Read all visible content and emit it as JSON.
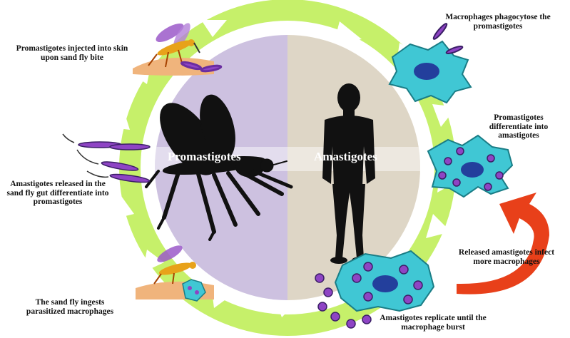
{
  "center": {
    "left_label": "Promastigotes",
    "right_label": "Amastigotes"
  },
  "stages": [
    {
      "id": "inject",
      "text": "Promastigotes injected into skin upon sand fly bite"
    },
    {
      "id": "phago",
      "text": "Macrophages phagocytose the promastigotes"
    },
    {
      "id": "differentiate_amast",
      "text": "Promastigotes differentiate into amastigotes"
    },
    {
      "id": "reinfect",
      "text": "Released amastigotes infect more macrophages"
    },
    {
      "id": "replicate",
      "text": "Amastigotes replicate until the macrophage burst"
    },
    {
      "id": "ingest",
      "text": "The sand fly ingests parasitized macrophages"
    },
    {
      "id": "gut",
      "text": "Amastigotes released in the sand fly gut differentiate into promastigotes"
    }
  ],
  "colors": {
    "ring": "#c6f06a",
    "arrow": "#ffffff",
    "left_half": "#cdc1e0",
    "right_half": "#ded6c6",
    "macrophage": "#40c7d4",
    "nucleus": "#233f9c",
    "parasite": "#8e44c4",
    "red_arrow": "#e8401a"
  },
  "icons": [
    "sand-fly-icon",
    "human-silhouette-icon",
    "macrophage-icon",
    "promastigote-icon",
    "mosquito-icon",
    "skin-icon"
  ]
}
